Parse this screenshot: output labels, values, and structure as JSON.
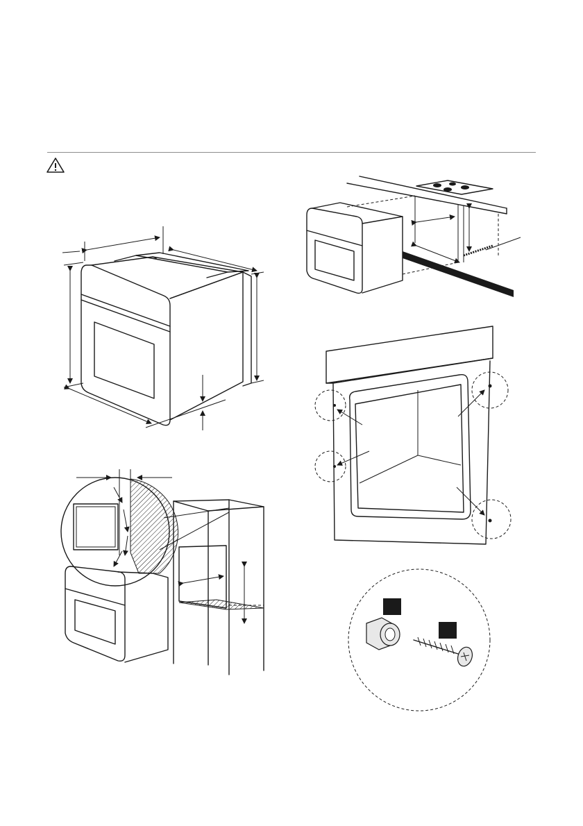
{
  "page": {
    "icons": {
      "warning": "warning-triangle-icon"
    },
    "figures": [
      "oven-dimensions-figure",
      "built-under-hob-figure",
      "ventilation-column-figure",
      "oven-front-fixing-points-figure",
      "fixing-screw-and-plug-figure"
    ]
  }
}
